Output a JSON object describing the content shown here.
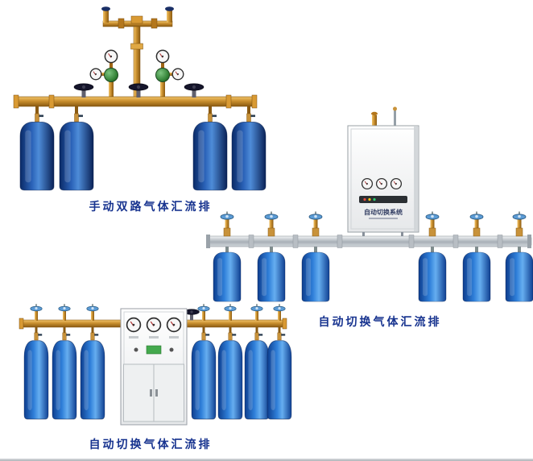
{
  "page": {
    "background": "#ffffff",
    "bottom_rule_color": "#c3c7cb"
  },
  "colors": {
    "caption_text": "#17338f",
    "brass_pipe": "#c98f2e",
    "aluminum_pipe": "#aab2b9",
    "cylinder_dark_blue": "#1d4fa8",
    "cylinder_bright_blue": "#2f7fd9",
    "handwheel_blue": "#5b9bd5",
    "cabinet_body": "#f1f3f4"
  },
  "products": [
    {
      "id": "manual-dual-gas-manifold",
      "caption": "手动双路气体汇流排",
      "cylinder_count": 4,
      "gauge_count": 4
    },
    {
      "id": "auto-switch-gas-manifold-wall-cabinet",
      "caption": "自动切换气体汇流排",
      "cabinet_label": "自动切换系统",
      "cylinder_count": 6,
      "gauge_count": 3
    },
    {
      "id": "auto-switch-gas-manifold-floor-cabinet",
      "caption": "自动切换气体汇流排",
      "cylinder_count": 7,
      "gauge_count": 3
    }
  ]
}
